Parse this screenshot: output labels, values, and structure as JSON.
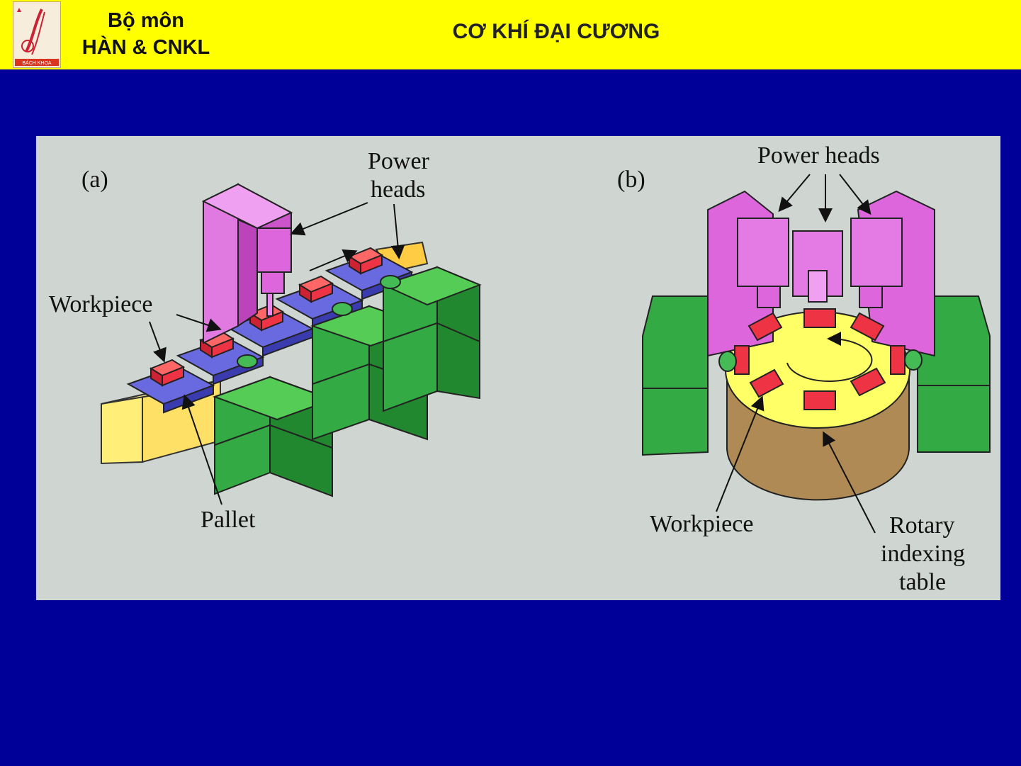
{
  "header": {
    "dept_line1": "Bộ môn",
    "dept_line2": "HÀN & CNKL",
    "course_title": "CƠ KHÍ ĐẠI CƯƠNG",
    "logo_text": "BÁCH KHOA",
    "background_color": "#ffff00"
  },
  "slide": {
    "background_color": "#000099"
  },
  "figure": {
    "a": {
      "tag": "(a)",
      "power_heads_line1": "Power",
      "power_heads_line2": "heads",
      "workpiece": "Workpiece",
      "pallet": "Pallet"
    },
    "b": {
      "tag": "(b)",
      "power_heads": "Power heads",
      "workpiece": "Workpiece",
      "rotary_line1": "Rotary",
      "rotary_line2": "indexing",
      "rotary_line3": "table"
    },
    "colors": {
      "power_head": "#dd55dd",
      "workpiece": "#ee3344",
      "pallet": "#5555dd",
      "base": "#22aa33",
      "table": "#ffff66",
      "background": "#cfd6d2"
    }
  }
}
